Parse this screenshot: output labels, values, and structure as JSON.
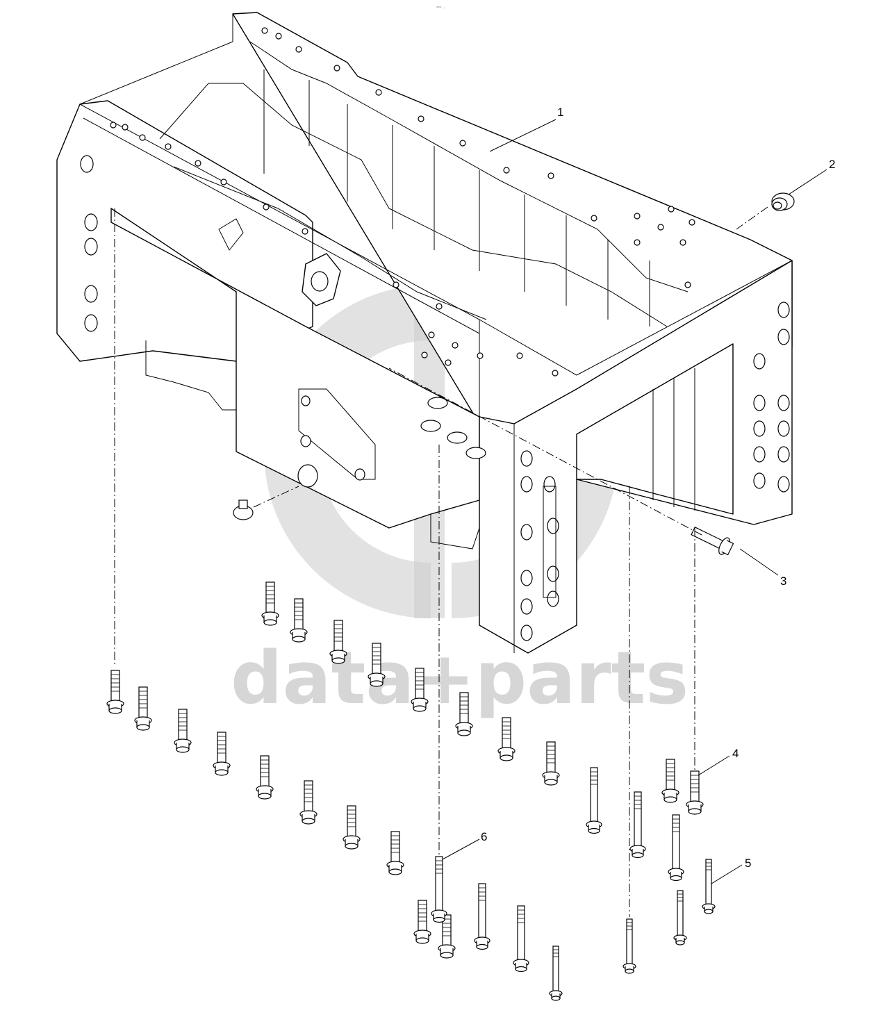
{
  "header": {
    "tiny_mark": "°°° ···"
  },
  "watermark": {
    "text": "data+parts"
  },
  "callouts": [
    {
      "id": "1",
      "label": "1"
    },
    {
      "id": "2",
      "label": "2"
    },
    {
      "id": "3",
      "label": "3"
    },
    {
      "id": "4",
      "label": "4"
    },
    {
      "id": "5",
      "label": "5"
    },
    {
      "id": "6",
      "label": "6"
    }
  ],
  "colors": {
    "line": "#000000",
    "watermark": "#cfcfcf",
    "background": "#ffffff"
  }
}
